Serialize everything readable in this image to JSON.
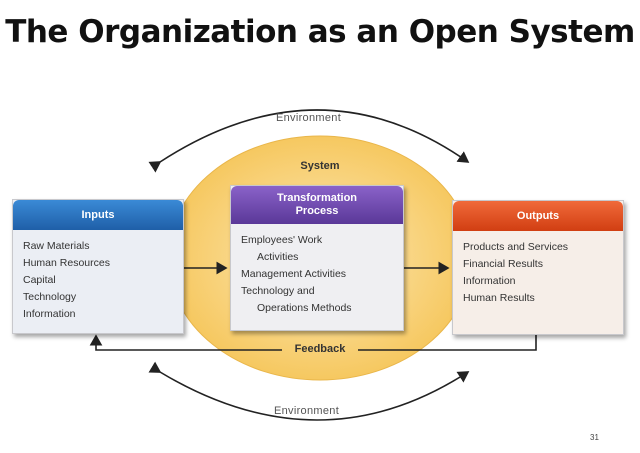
{
  "title": "The Organization as an Open System",
  "environment_top": "Environment",
  "environment_bottom": "Environment",
  "system_label": "System",
  "inputs": {
    "header": "Inputs",
    "items": [
      "Raw Materials",
      "Human Resources",
      "Capital",
      "Technology",
      "Information"
    ]
  },
  "transformation": {
    "header_line1": "Transformation",
    "header_line2": "Process",
    "items": [
      "Employees' Work",
      "Activities",
      "Management Activities",
      "Technology and",
      "Operations Methods"
    ]
  },
  "outputs": {
    "header": "Outputs",
    "items": [
      "Products and Services",
      "Financial Results",
      "Information",
      "Human Results"
    ]
  },
  "feedback_label": "Feedback",
  "page_number": "31",
  "colors": {
    "system_fill": "#f8d27a",
    "inputs_header": "#1f5fa8",
    "transformation_header": "#5a3898",
    "outputs_header": "#d13e12"
  }
}
